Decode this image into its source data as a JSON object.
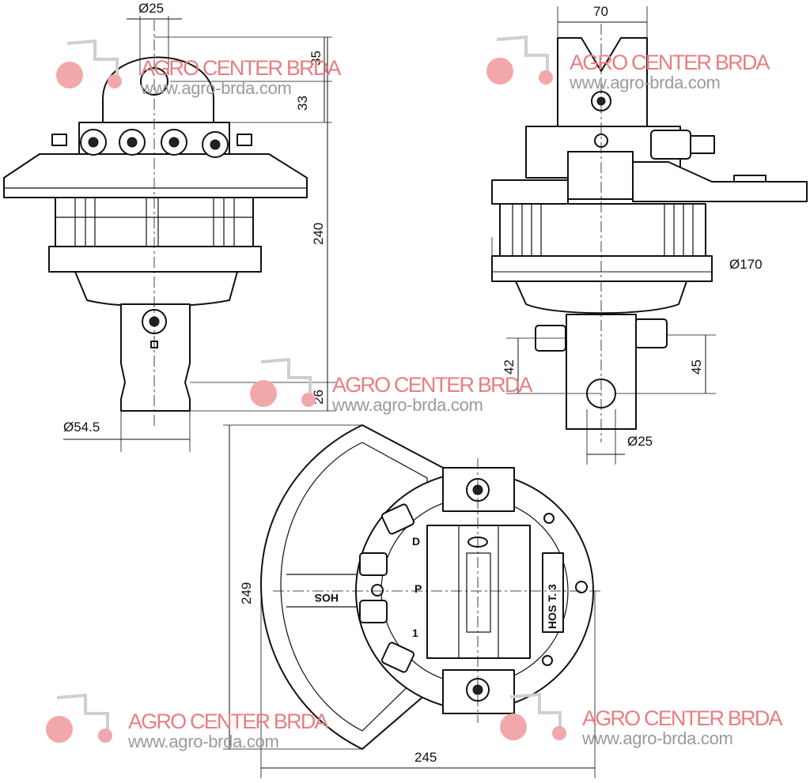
{
  "watermark": {
    "brand": "AGRO CENTER BRDA",
    "url": "www.agro-brda.com",
    "brand_color": "#e87e82",
    "url_color": "#9a9a9a",
    "logo_icon": "tractor-icon"
  },
  "dimensions": {
    "front_top_hole": "Ø25",
    "front_35": "35",
    "front_33": "33",
    "front_240": "240",
    "front_26": "26",
    "front_shaft": "Ø54.5",
    "side_width": "70",
    "side_diameter": "Ø170",
    "side_42": "42",
    "side_45": "45",
    "side_bottom_hole": "Ø25",
    "top_height": "249",
    "top_width": "245"
  },
  "markings": {
    "plate_label": "HOS",
    "model_label": "HOS T. 3",
    "port_d": "D",
    "port_p": "P",
    "port_1": "1"
  }
}
